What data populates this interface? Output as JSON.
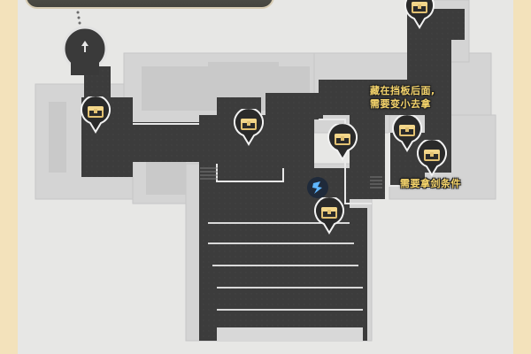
{
  "map": {
    "background_color": "#e8e8e6",
    "frame_color": "#f3e2bb",
    "floor_color": "#3a3a3a",
    "wall_color": "#d7d7d7"
  },
  "treasure_chests": [
    {
      "id": "chest-top-right",
      "icon": "treasure-chest-icon"
    },
    {
      "id": "chest-left-tower",
      "icon": "treasure-chest-icon"
    },
    {
      "id": "chest-center",
      "icon": "treasure-chest-icon"
    },
    {
      "id": "chest-right-hall",
      "icon": "treasure-chest-icon"
    },
    {
      "id": "chest-east-1",
      "icon": "treasure-chest-icon"
    },
    {
      "id": "chest-east-2",
      "icon": "treasure-chest-icon"
    },
    {
      "id": "chest-south-hall",
      "icon": "treasure-chest-icon"
    }
  ],
  "annotations": {
    "hidden_chest_note": "藏在挡板后面,",
    "small_grass_note": "需要变小去拿",
    "puzzle_note": "需要拿剑条件"
  },
  "markers": {
    "entrance_arrow": "up-arrow-icon",
    "teleport_anchor": "space-anchor-icon"
  }
}
